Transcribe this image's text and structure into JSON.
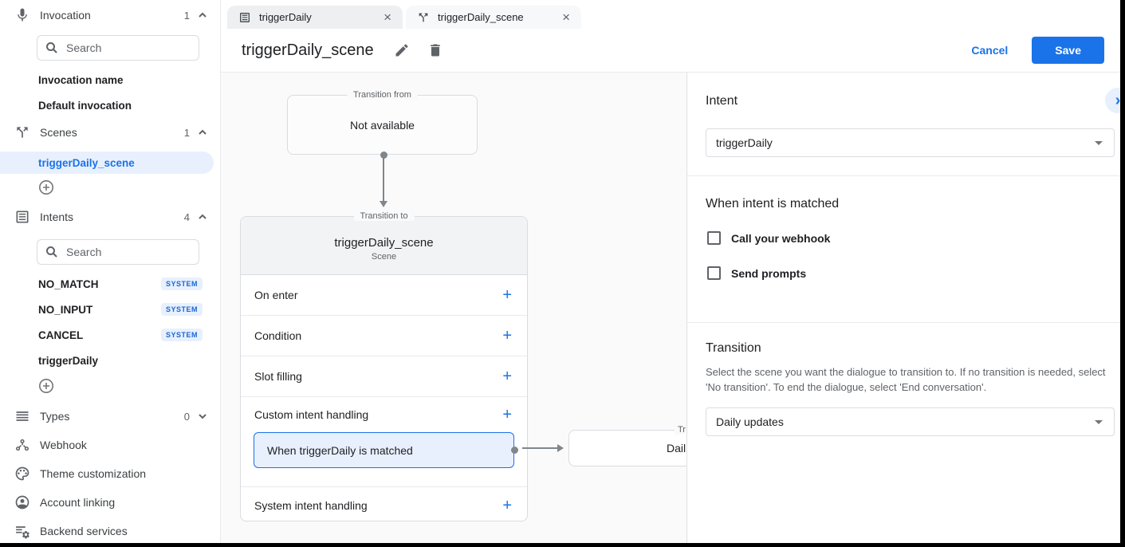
{
  "icons": {
    "close": "×",
    "chevron_right": "›",
    "add": "+"
  },
  "colors": {
    "accent": "#1a73e8",
    "selected_bg": "#e8f0fe",
    "badge_text": "#1967d2",
    "border": "#dadce0",
    "text_primary": "#202124",
    "text_secondary": "#5f6368"
  },
  "sidebar": {
    "invocation": {
      "label": "Invocation",
      "count": "1",
      "search_placeholder": "Search"
    },
    "invocation_items": [
      {
        "label": "Invocation name"
      },
      {
        "label": "Default invocation"
      }
    ],
    "scenes": {
      "label": "Scenes",
      "count": "1"
    },
    "scene_items": [
      {
        "label": "triggerDaily_scene"
      }
    ],
    "intents": {
      "label": "Intents",
      "count": "4",
      "search_placeholder": "Search"
    },
    "intent_items": [
      {
        "label": "NO_MATCH",
        "badge": "SYSTEM"
      },
      {
        "label": "NO_INPUT",
        "badge": "SYSTEM"
      },
      {
        "label": "CANCEL",
        "badge": "SYSTEM"
      },
      {
        "label": "triggerDaily"
      }
    ],
    "types": {
      "label": "Types",
      "count": "0"
    },
    "links": [
      {
        "label": "Webhook"
      },
      {
        "label": "Theme customization"
      },
      {
        "label": "Account linking"
      },
      {
        "label": "Backend services"
      }
    ]
  },
  "tabs": [
    {
      "label": "triggerDaily"
    },
    {
      "label": "triggerDaily_scene"
    }
  ],
  "header": {
    "title": "triggerDaily_scene",
    "cancel_label": "Cancel",
    "save_label": "Save"
  },
  "canvas": {
    "transition_from": {
      "label": "Transition from",
      "content": "Not available"
    },
    "scene": {
      "label": "Transition to",
      "title": "triggerDaily_scene",
      "subtitle": "Scene",
      "rows": [
        {
          "label": "On enter"
        },
        {
          "label": "Condition"
        },
        {
          "label": "Slot filling"
        },
        {
          "label": "Custom intent handling"
        }
      ],
      "highlight": {
        "label": "When triggerDaily is matched"
      },
      "system_row": {
        "label": "System intent handling"
      }
    },
    "target": {
      "label_clipped": "Tr",
      "text_clipped": "Dail"
    }
  },
  "panel": {
    "intent": {
      "heading": "Intent",
      "value": "triggerDaily"
    },
    "matched": {
      "heading": "When intent is matched",
      "checkboxes": [
        {
          "label": "Call your webhook",
          "checked": false
        },
        {
          "label": "Send prompts",
          "checked": false
        }
      ]
    },
    "transition": {
      "heading": "Transition",
      "description": "Select the scene you want the dialogue to transition to. If no transition is needed, select 'No transition'. To end the dialogue, select 'End conversation'.",
      "value": "Daily updates"
    }
  }
}
